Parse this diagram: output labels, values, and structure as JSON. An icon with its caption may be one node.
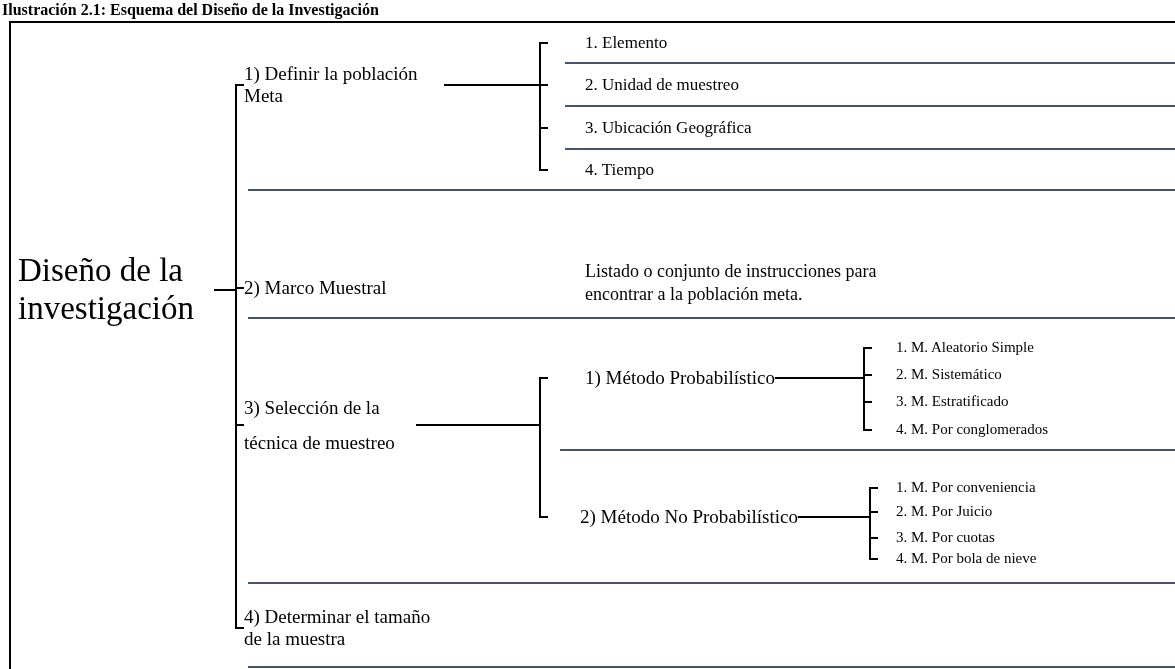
{
  "diagram": {
    "title": "Ilustración 2.1: Esquema del Diseño de la Investigación",
    "nodes": [
      {
        "text": [
          "Diseño de la investigación"
        ]
      },
      {
        "text": [
          "1) Definir la población Meta"
        ]
      },
      {
        "text": [
          "1. Elemento"
        ]
      },
      {
        "text": [
          "2. Unidad de muestreo"
        ]
      },
      {
        "text": [
          "3. Ubicación Geográfica"
        ]
      },
      {
        "text": [
          "4. Tiempo"
        ]
      },
      {
        "text": [
          "2) Marco Muestral"
        ]
      },
      {
        "text": [
          "3) Selección de la técnica de muestreo"
        ]
      },
      {
        "text": [
          "1) Método Probabilístico"
        ]
      },
      {
        "text": [
          "1. M. Aleatorio Simple"
        ]
      },
      {
        "text": [
          "2. M. Sistemático"
        ]
      },
      {
        "text": [
          "3. M. Estratificado"
        ]
      },
      {
        "text": [
          "4. M. Por conglomerados"
        ]
      },
      {
        "text": [
          "2) Método No Probabilístico"
        ]
      },
      {
        "text": [
          "1. M. Por conveniencia"
        ]
      },
      {
        "text": [
          "2. M. Por Juicio"
        ]
      },
      {
        "text": [
          "3. M. Por cuotas"
        ]
      },
      {
        "text": [
          "4. M. Por bola de nieve"
        ]
      },
      {
        "text": [
          "4) Determinar el tamaño de la muestra"
        ]
      }
    ],
    "edges": [
      {
        "from": 0,
        "to": 1,
        "arrow": "none"
      },
      {
        "from": 0,
        "to": 6,
        "arrow": "none"
      },
      {
        "from": 0,
        "to": 7,
        "arrow": "none"
      },
      {
        "from": 0,
        "to": 18,
        "arrow": "none"
      },
      {
        "from": 1,
        "to": 2,
        "arrow": "none"
      },
      {
        "from": 1,
        "to": 3,
        "arrow": "none"
      },
      {
        "from": 1,
        "to": 4,
        "arrow": "none"
      },
      {
        "from": 1,
        "to": 5,
        "arrow": "none"
      },
      {
        "from": 7,
        "to": 8,
        "arrow": "none"
      },
      {
        "from": 7,
        "to": 13,
        "arrow": "none"
      },
      {
        "from": 8,
        "to": 9,
        "arrow": "none"
      },
      {
        "from": 8,
        "to": 10,
        "arrow": "none"
      },
      {
        "from": 8,
        "to": 11,
        "arrow": "none"
      },
      {
        "from": 8,
        "to": 12,
        "arrow": "none"
      },
      {
        "from": 13,
        "to": 14,
        "arrow": "none"
      },
      {
        "from": 13,
        "to": 15,
        "arrow": "none"
      },
      {
        "from": 13,
        "to": 16,
        "arrow": "none"
      },
      {
        "from": 13,
        "to": 17,
        "arrow": "none"
      }
    ],
    "labels": [
      "Listado o conjunto de instrucciones para encontrar a la población meta."
    ]
  }
}
